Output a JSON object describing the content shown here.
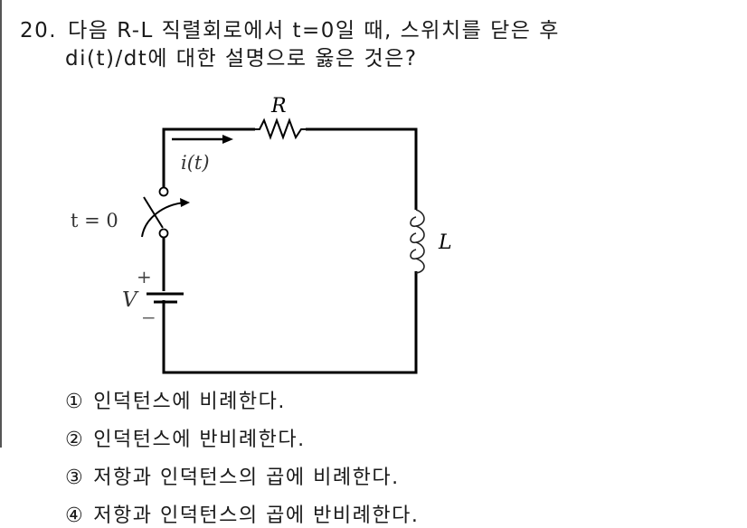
{
  "question": {
    "number": "20.",
    "line1": "다음 R-L 직렬회로에서 t=0일 때, 스위치를 닫은 후",
    "line2": "di(t)/dt에 대한 설명으로 옳은 것은?"
  },
  "diagram": {
    "resistor_label": "R",
    "current_label": "i(t)",
    "switch_label": "t = 0",
    "source_label": "V",
    "plus_label": "+",
    "minus_label": "−",
    "inductor_label": "L"
  },
  "options": [
    {
      "mark": "①",
      "text": "인덕턴스에 비례한다."
    },
    {
      "mark": "②",
      "text": "인덕턴스에 반비례한다."
    },
    {
      "mark": "③",
      "text": "저항과 인덕턴스의 곱에 비례한다."
    },
    {
      "mark": "④",
      "text": "저항과 인덕턴스의 곱에 반비례한다."
    }
  ]
}
